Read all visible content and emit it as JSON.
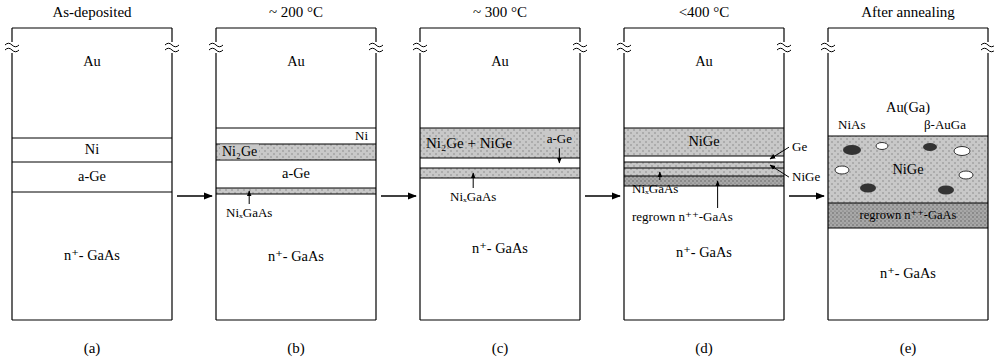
{
  "diagram": {
    "nodes": [
      {
        "text": [
          "As-deposited",
          "(a)"
        ]
      },
      {
        "text": [
          "Au"
        ],
        "in": 0
      },
      {
        "text": [
          "Ni"
        ],
        "in": 0
      },
      {
        "text": [
          "a-Ge"
        ],
        "in": 0
      },
      {
        "text": [
          "n⁺- GaAs"
        ],
        "in": 0
      },
      {
        "text": [
          "~ 200 °C",
          "(b)"
        ]
      },
      {
        "text": [
          "Au"
        ],
        "in": 5
      },
      {
        "text": [
          "Ni"
        ],
        "in": 5
      },
      {
        "text": [
          "Ni₂Ge"
        ],
        "in": 5
      },
      {
        "text": [
          "a-Ge"
        ],
        "in": 5
      },
      {
        "text": [
          "NiₓGaAs"
        ],
        "in": 5
      },
      {
        "text": [
          "n⁺- GaAs"
        ],
        "in": 5
      },
      {
        "text": [
          "~ 300 °C",
          "(c)"
        ]
      },
      {
        "text": [
          "Au"
        ],
        "in": 12
      },
      {
        "text": [
          "Ni₂Ge + NiGe"
        ],
        "in": 12
      },
      {
        "text": [
          "a-Ge"
        ],
        "in": 12
      },
      {
        "text": [
          "NiₓGaAs"
        ],
        "in": 12
      },
      {
        "text": [
          "n⁺- GaAs"
        ],
        "in": 12
      },
      {
        "text": [
          "<400 °C",
          "(d)"
        ]
      },
      {
        "text": [
          "Au"
        ],
        "in": 18
      },
      {
        "text": [
          "NiGe"
        ],
        "in": 18
      },
      {
        "text": [
          "Ge"
        ],
        "in": 18
      },
      {
        "text": [
          "NiGe"
        ],
        "in": 18
      },
      {
        "text": [
          "NiₓGaAs"
        ],
        "in": 18
      },
      {
        "text": [
          "regrown n⁺⁺-GaAs"
        ],
        "in": 18
      },
      {
        "text": [
          "n⁺- GaAs"
        ],
        "in": 18
      },
      {
        "text": [
          "After annealing",
          "(e)"
        ]
      },
      {
        "text": [
          "Au(Ga)"
        ],
        "in": 26
      },
      {
        "text": [
          "NiGe"
        ],
        "in": 26
      },
      {
        "text": [
          "regrown n⁺⁺-GaAs"
        ],
        "in": 26
      },
      {
        "text": [
          "n⁺- GaAs"
        ],
        "in": 26
      }
    ],
    "edges": [
      {
        "from": 0,
        "to": 5,
        "arrow": "to"
      },
      {
        "from": 5,
        "to": 12,
        "arrow": "to"
      },
      {
        "from": 12,
        "to": 18,
        "arrow": "to"
      },
      {
        "from": 18,
        "to": 26,
        "arrow": "to"
      }
    ],
    "labels": [
      "NiAs",
      "β-AuGa"
    ]
  }
}
